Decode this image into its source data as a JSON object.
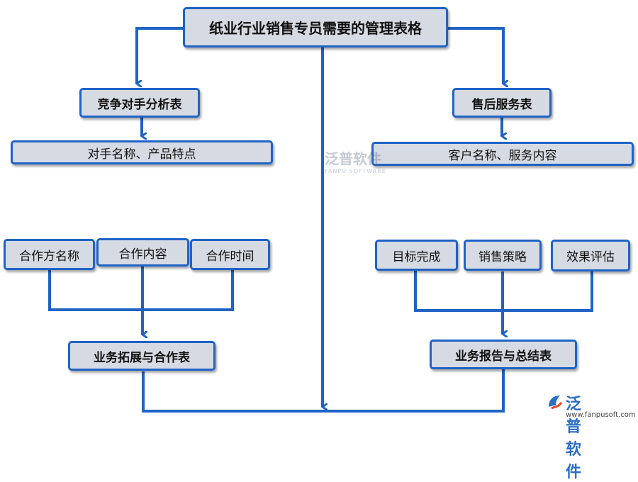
{
  "title": "纸业行业销售专员需要的管理表格",
  "left_branch": {
    "header": "竞争对手分析表",
    "fields": "对手名称、产品特点"
  },
  "right_branch": {
    "header": "售后服务表",
    "fields": "客户名称、服务内容"
  },
  "left_group": {
    "items": [
      "合作方名称",
      "合作内容",
      "合作时间"
    ],
    "result": "业务拓展与合作表"
  },
  "right_group": {
    "items": [
      "目标完成",
      "销售策略",
      "效果评估"
    ],
    "result": "业务报告与总结表"
  },
  "watermark": {
    "text": "泛普软件",
    "sub": "FANPU SOFTWARE"
  },
  "logo": {
    "text": "泛普软件",
    "url": "www.fanpusoft.com"
  },
  "colors": {
    "line": "#1f63c6",
    "box_fill": "#d6dae2",
    "box_border": "#1f63c6"
  }
}
